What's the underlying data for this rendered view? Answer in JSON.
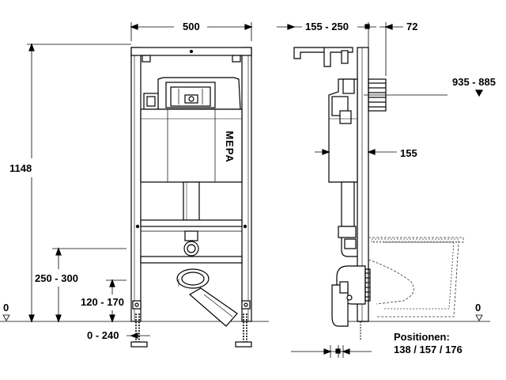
{
  "dimensions": {
    "width_500": "500",
    "height_1148": "1148",
    "range_250_300": "250 - 300",
    "range_120_170": "120 - 170",
    "range_0_240": "0 - 240",
    "zero_left": "0",
    "range_155_250": "155 - 250",
    "depth_72": "72",
    "range_935_885": "935 - 885",
    "depth_155": "155",
    "zero_right": "0"
  },
  "positions": {
    "heading": "Positionen:",
    "values": "138 / 157 / 176"
  },
  "brand": {
    "logo_text": "MEPA"
  },
  "colors": {
    "line": "#000000",
    "frame_fill": "#ffffff",
    "hatch": "#555555",
    "dim_line": "#000000"
  }
}
